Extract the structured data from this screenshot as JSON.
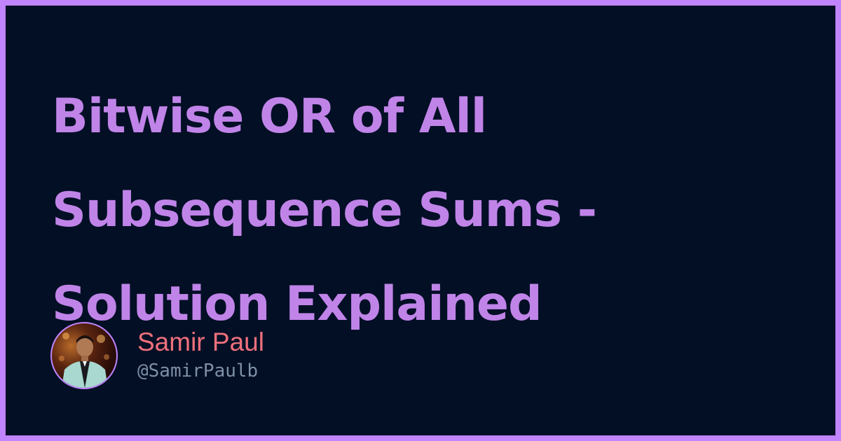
{
  "title": {
    "lines": [
      "Bitwise OR of All",
      "Subsequence Sums -",
      "Solution Explained"
    ]
  },
  "author": {
    "name": "Samir Paul",
    "handle": "@SamirPaulb"
  },
  "colors": {
    "border": "#c084fc",
    "background": "#020f25",
    "title": "#c084e8",
    "author_name": "#f0707c",
    "author_handle": "#7e8fa6"
  }
}
